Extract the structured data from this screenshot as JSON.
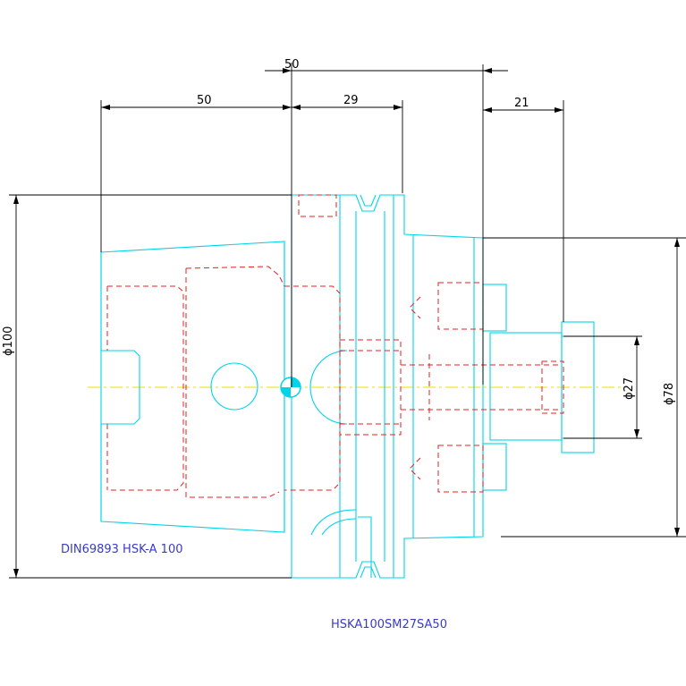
{
  "dimensions": {
    "d_top_50": "50",
    "d_left_50": "50",
    "d_29": "29",
    "d_21": "21",
    "dia_100": "ϕ100",
    "dia_78": "ϕ78",
    "dia_27": "ϕ27"
  },
  "labels": {
    "standard": "DIN69893 HSK-A 100",
    "part_code": "HSKA100SM27SA50"
  },
  "colors": {
    "outline": "#00d4e8",
    "hidden": "#e02020",
    "dimension": "#000000",
    "centerline": "#e8e000",
    "text": "#3a3ac8"
  }
}
